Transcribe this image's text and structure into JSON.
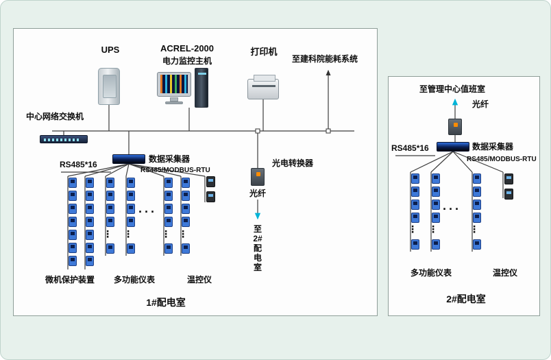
{
  "room1": {
    "title": "1#配电室",
    "ups_label": "UPS",
    "host_line1": "ACREL-2000",
    "host_line2": "电力监控主机",
    "printer_label": "打印机",
    "energy_system_label": "至建科院能耗系统",
    "switch_label": "中心网络交换机",
    "rs485_label": "RS485*16",
    "collector_label": "数据采集器",
    "modbus_label": "RS485/MODBUS-RTU",
    "converter_label": "光电转换器",
    "fiber_label": "光纤",
    "to_room2_label": "至\n2#\n配\n电\n室",
    "protection_label": "微机保护装置",
    "meters_label": "多功能仪表",
    "temp_label": "温控仪"
  },
  "room2": {
    "title": "2#配电室",
    "to_mgmt_label": "至管理中心值班室",
    "fiber_label": "光纤",
    "rs485_label": "RS485*16",
    "collector_label": "数据采集器",
    "modbus_label": "RS485/MODBUS-RTU",
    "meters_label": "多功能仪表",
    "temp_label": "温控仪"
  },
  "symbols": {
    "hdots": "···",
    "vdots": "⋮"
  },
  "colors": {
    "arrow_cyan": "#00b4d8",
    "wire": "#3c3c3c",
    "background": "#e7f1ec"
  }
}
